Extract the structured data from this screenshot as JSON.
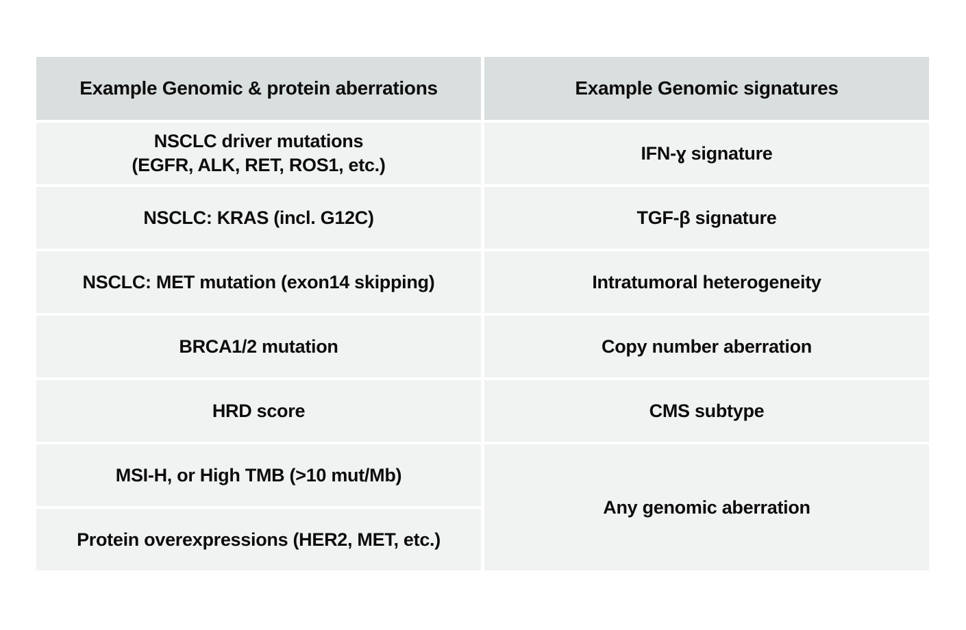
{
  "chart_data": {
    "type": "table",
    "title": "",
    "columns": [
      "Example Genomic & protein aberrations",
      "Example Genomic signatures"
    ],
    "rows": [
      [
        "NSCLC driver mutations\n(EGFR, ALK, RET, ROS1, etc.)",
        "IFN-ɣ signature"
      ],
      [
        "NSCLC: KRAS (incl. G12C)",
        "TGF-β signature"
      ],
      [
        "NSCLC: MET mutation (exon14 skipping)",
        "Intratumoral heterogeneity"
      ],
      [
        "BRCA1/2 mutation",
        "Copy number aberration"
      ],
      [
        "HRD score",
        "CMS subtype"
      ],
      [
        "MSI-H, or High TMB (>10 mut/Mb)",
        "Any genomic aberration"
      ],
      [
        "Protein overexpressions (HER2, MET, etc.)",
        ""
      ]
    ],
    "merged_cells": [
      {
        "column_index": 1,
        "row_indexes": [
          5,
          6
        ],
        "value": "Any genomic aberration"
      }
    ],
    "layout": {
      "header_row": true,
      "grid_lines": "white gaps between cells",
      "text_alignment": "center"
    },
    "colors": {
      "header_bg": "#d9dede",
      "cell_bg": "#f1f2f2",
      "divider": "#ffffff",
      "text": "#0d0d0d"
    }
  }
}
